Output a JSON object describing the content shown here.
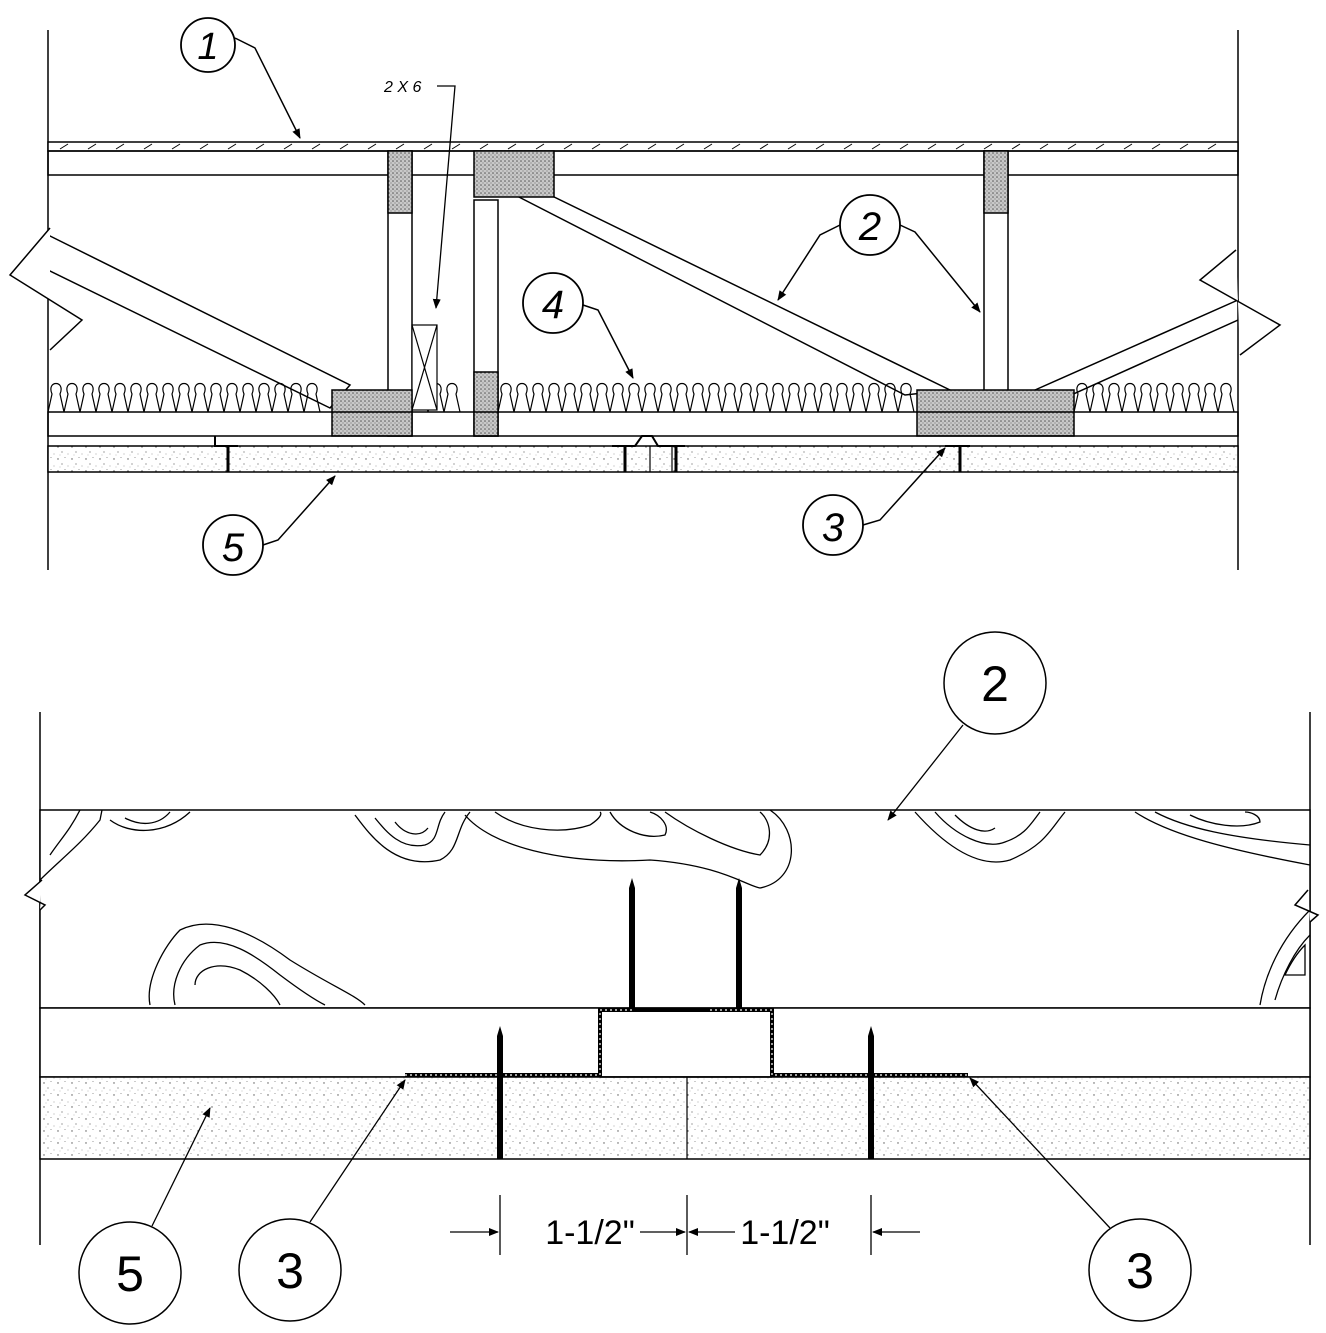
{
  "top_detail": {
    "callouts": {
      "c1": "1",
      "c2": "2",
      "c3": "3",
      "c4": "4",
      "c5": "5"
    },
    "lumber_label": "2 X 6"
  },
  "bottom_detail": {
    "callouts": {
      "c2": "2",
      "c3_left": "3",
      "c3_right": "3",
      "c5": "5"
    },
    "dimension_left": "1-1/2\"",
    "dimension_right": "1-1/2\""
  },
  "colors": {
    "line": "#000000",
    "background": "#ffffff",
    "block_fill": "#d9d9d9"
  }
}
